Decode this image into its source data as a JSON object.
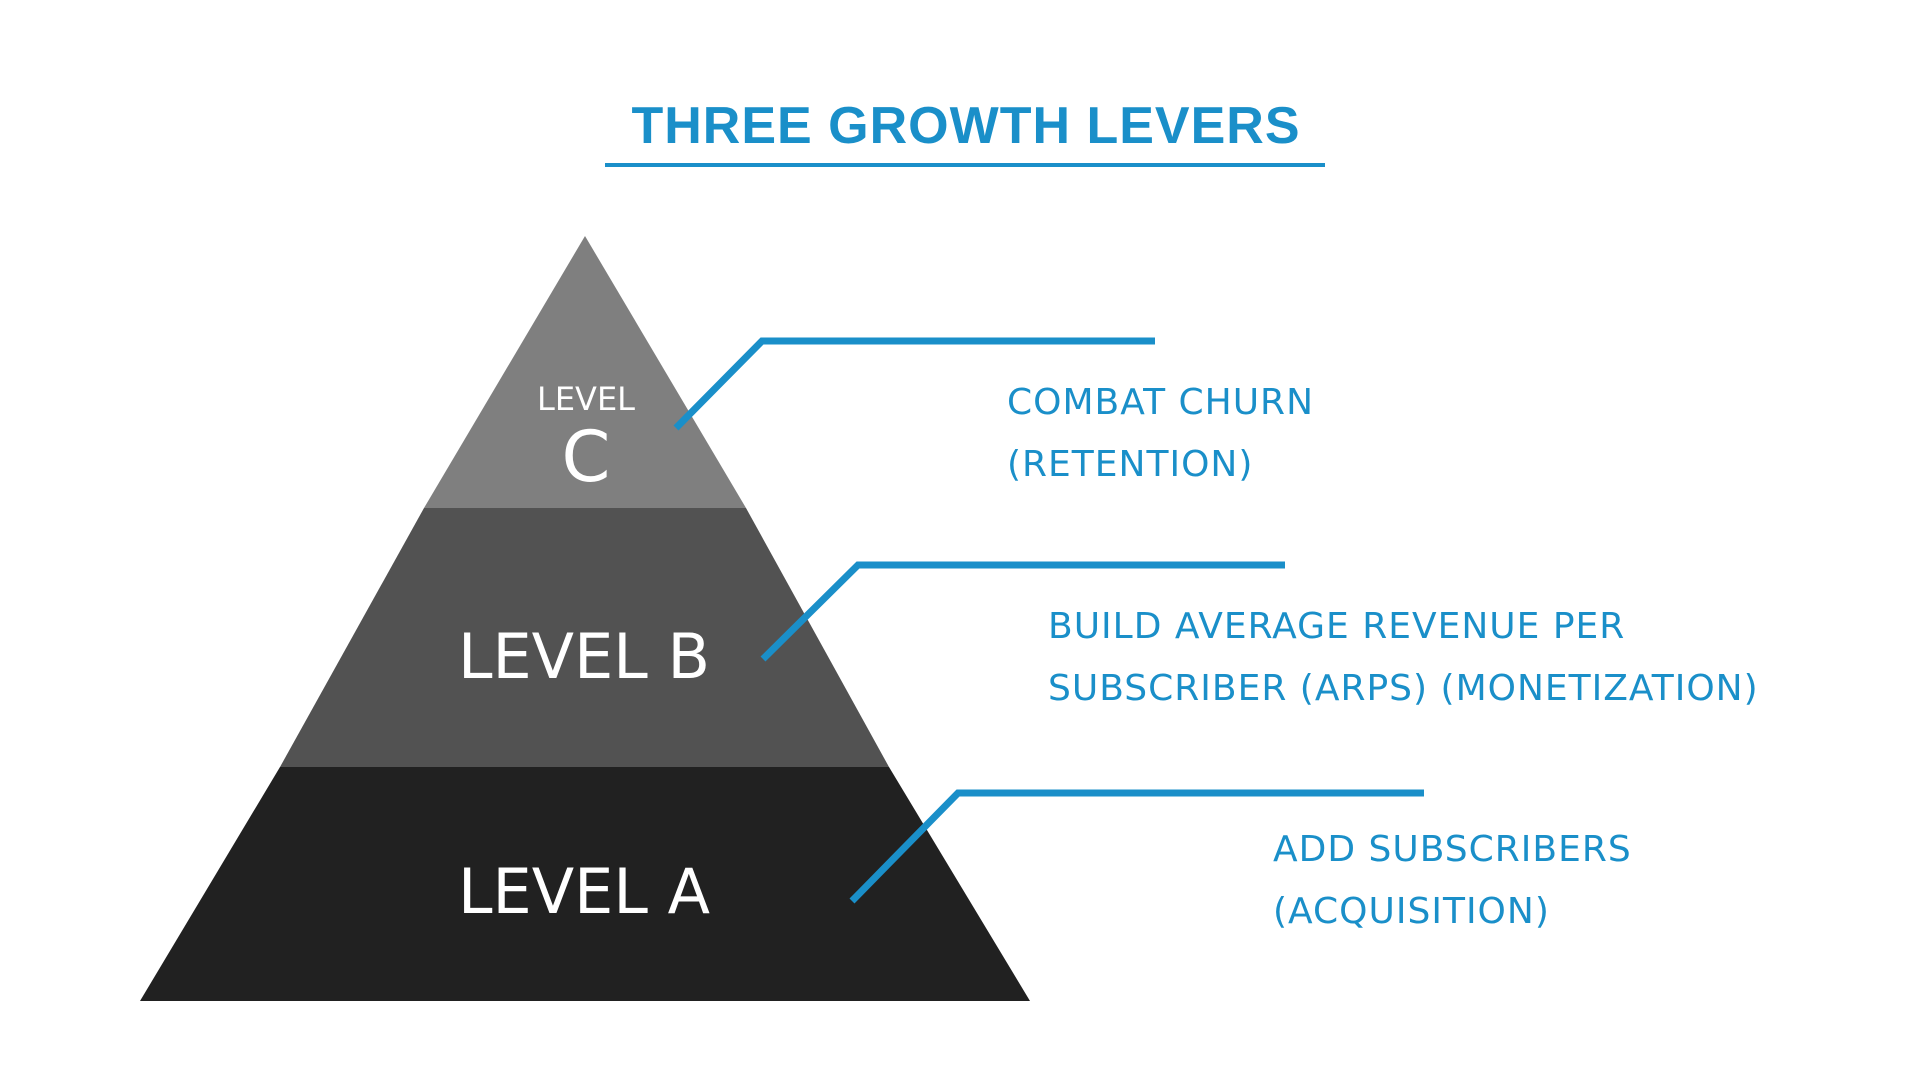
{
  "title": "THREE GROWTH LEVERS",
  "colors": {
    "accent": "#1a8fc9",
    "tier_c": "#7f7f7f",
    "tier_b": "#525252",
    "tier_a": "#212121",
    "label": "#ffffff"
  },
  "tiers": [
    {
      "id": "c",
      "label_small": "LEVEL",
      "label_big": "C",
      "lever_lines": [
        "COMBAT CHURN",
        "(RETENTION)"
      ]
    },
    {
      "id": "b",
      "label": "LEVEL B",
      "lever_lines": [
        "BUILD AVERAGE REVENUE PER",
        "SUBSCRIBER (ARPS) (MONETIZATION)"
      ]
    },
    {
      "id": "a",
      "label": "LEVEL A",
      "lever_lines": [
        "ADD SUBSCRIBERS",
        "(ACQUISITION)"
      ]
    }
  ]
}
